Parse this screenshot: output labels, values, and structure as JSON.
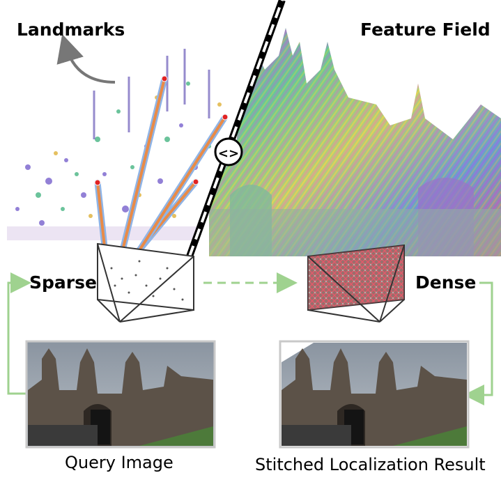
{
  "labels": {
    "landmarks": "Landmarks",
    "feature_field": "Feature Field",
    "sparse": "Sparse",
    "dense": "Dense"
  },
  "captions": {
    "query_image": "Query Image",
    "stitched_result": "Stitched Localization Result"
  },
  "symbols": {
    "compare": "<>"
  },
  "colors": {
    "green_arrow": "#9fd28f",
    "orange_ray": "#e98b47",
    "blue_ray": "#8fb4e6",
    "landmark_dot": "#e02323",
    "frustum": "#333333",
    "photo_border": "#c9c9c9"
  }
}
